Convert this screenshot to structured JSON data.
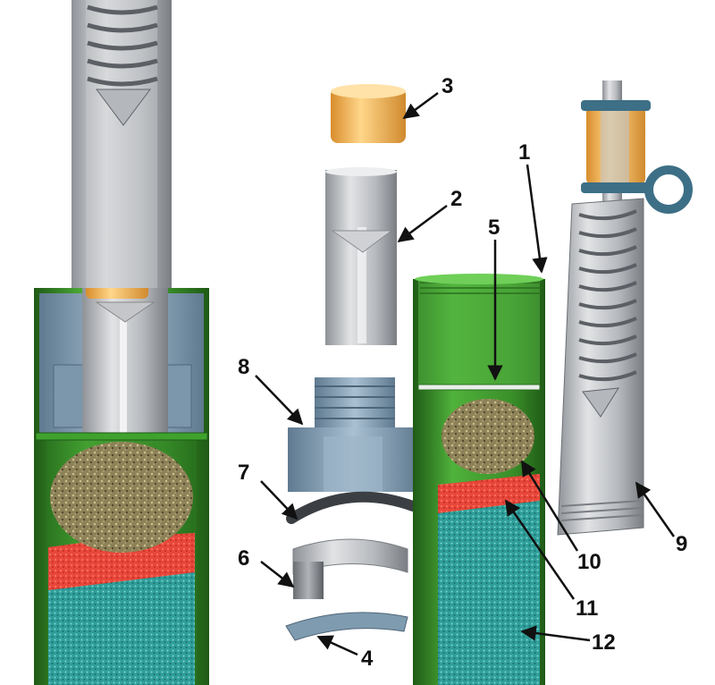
{
  "colors": {
    "tube_green": "#3f9a2c",
    "tube_green_dark": "#1f5a16",
    "metal_light": "#d9dadc",
    "metal_mid": "#a9acb0",
    "metal_dark": "#6d7176",
    "blue_grey": "#8aa3b8",
    "cap_orange": "#f2b04a",
    "filter_fill": "#8a7d55",
    "red_layer": "#e8473b",
    "teal_layer": "#2f9e9a",
    "label_color": "#111111"
  },
  "callouts": {
    "c1": "1",
    "c2": "2",
    "c3": "3",
    "c4": "4",
    "c5": "5",
    "c6": "6",
    "c7": "7",
    "c8": "8",
    "c9": "9",
    "c10": "10",
    "c11": "11",
    "c12": "12"
  }
}
